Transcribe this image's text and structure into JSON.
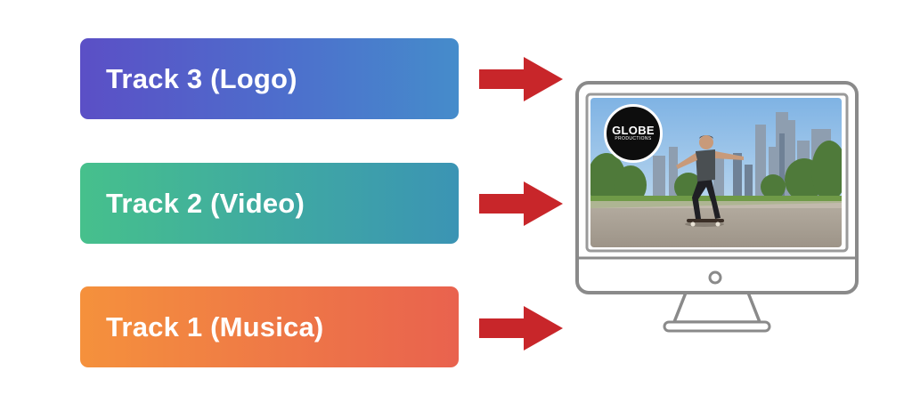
{
  "tracks": [
    {
      "label": "Track 3 (Logo)"
    },
    {
      "label": "Track 2 (Video)"
    },
    {
      "label": "Track 1 (Musica)"
    }
  ],
  "logo": {
    "main": "GLOBE",
    "sub": "PRODUCTIONS"
  },
  "colors": {
    "arrow": "#c8262a",
    "monitor_outline": "#8a8a8a",
    "track3": [
      "#5b4fc6",
      "#458ccb"
    ],
    "track2": [
      "#46c08c",
      "#3b94b4"
    ],
    "track1": [
      "#f5913c",
      "#e9624e"
    ]
  },
  "icons": {
    "arrow": "right-arrow-icon",
    "monitor": "monitor-icon"
  }
}
